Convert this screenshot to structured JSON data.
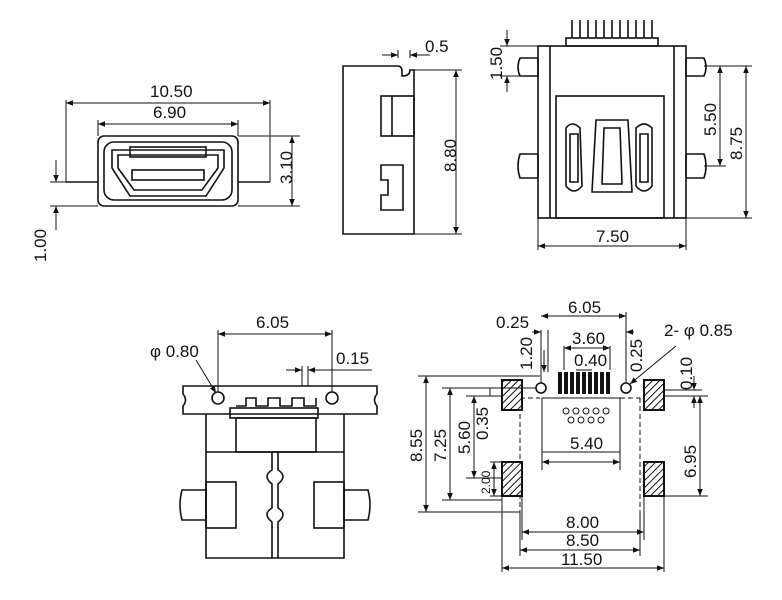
{
  "views": {
    "front": {
      "width_overall": "10.50",
      "width_opening": "6.90",
      "height": "3.10",
      "lead_offset": "1.00"
    },
    "side": {
      "top_step": "0.5",
      "height": "8.80"
    },
    "top": {
      "pin_height": "1.50",
      "inner": "5.50",
      "overall": "8.75",
      "width": "7.50"
    },
    "bottom": {
      "hole_label": "φ 0.80",
      "pitch": "6.05",
      "slot": "0.15"
    },
    "footprint": {
      "pad_offset_left": "0.25",
      "pitch": "6.05",
      "pad_offset_right": "0.25",
      "hole_label": "2- φ 0.85",
      "pin_len": "1.20",
      "pin_span": "3.60",
      "pin_pitch": "0.40",
      "gap": "0.10",
      "h_855": "8.55",
      "h_725": "7.25",
      "h_560": "5.60",
      "h_035": "0.35",
      "h_695": "6.95",
      "h_200": "2.00",
      "w_540": "5.40",
      "w_800": "8.00",
      "w_850": "8.50",
      "w_1150": "11.50"
    }
  }
}
